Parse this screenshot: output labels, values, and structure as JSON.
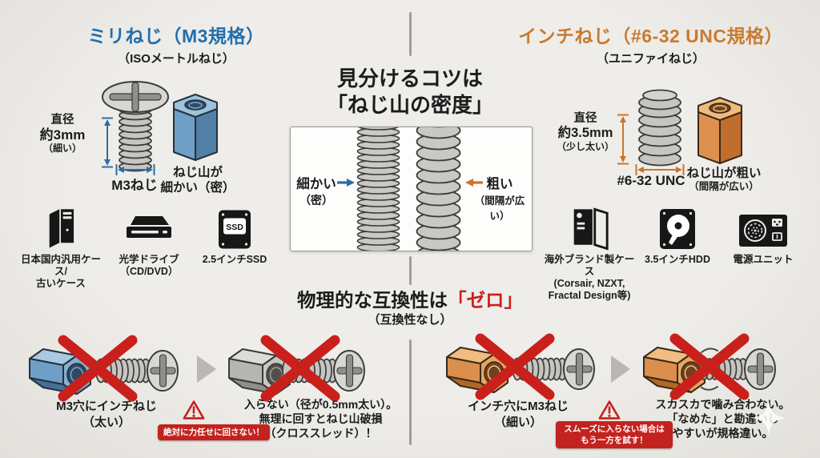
{
  "headers": {
    "metric_title": "ミリねじ（M3規格）",
    "metric_subtitle": "（ISOメートルねじ）",
    "inch_title": "インチねじ（#6-32 UNC規格）",
    "inch_subtitle": "（ユニファイねじ）"
  },
  "center": {
    "heading": "見分けるコツは\n「ねじ山の密度」",
    "fine_main": "細かい",
    "fine_sub": "（密）",
    "coarse_main": "粗い",
    "coarse_sub": "（間隔が広い）"
  },
  "metric": {
    "dia_l1": "直径",
    "dia_l2": "約3mm",
    "dia_l3": "（細い）",
    "screw_name": "M3ねじ",
    "nut_label": "ねじ山が\n細かい（密）",
    "ssd_icon_text": "SSD",
    "devices": [
      {
        "label": "日本国内汎用ケース/\n古いケース"
      },
      {
        "label": "光学ドライブ\n（CD/DVD）"
      },
      {
        "label": "2.5インチSSD"
      }
    ]
  },
  "inch": {
    "dia_l1": "直径",
    "dia_l2": "約3.5mm",
    "dia_l3": "（少し太い）",
    "screw_name": "#6-32 UNC",
    "nut_main": "ねじ山が粗い",
    "nut_sub": "（間隔が広い）",
    "devices": [
      {
        "label": "海外ブランド製ケース\n(Corsair, NZXT,\nFractal Design等)"
      },
      {
        "label": "3.5インチHDD"
      },
      {
        "label": "電源ユニット"
      }
    ]
  },
  "compat": {
    "heading_prefix": "物理的な互換性は",
    "heading_highlight": "「ゼロ」",
    "heading_sub": "（互換性なし）",
    "left": {
      "case1_label": "M3穴にインチねじ\n（太い）",
      "warning_badge": "絶対に力任せに回さない！",
      "case2_label": "入らない（径が0.5mm太い）。\n無理に回すとねじ山破損\n（クロススレッド）！"
    },
    "right": {
      "case1_label": "インチ穴にM3ねじ\n（細い）",
      "warning_badge": "スムーズに入らない場合は\nもう一方を試す！",
      "case2_label": "スカスカで噛み合わない。\n「なめた」と勘違いし\nやすいが規格違い。"
    }
  },
  "colors": {
    "metric_accent": "#1f6fae",
    "inch_accent": "#c77b2f",
    "danger": "#c8201e",
    "background": "#e9e7e3"
  }
}
